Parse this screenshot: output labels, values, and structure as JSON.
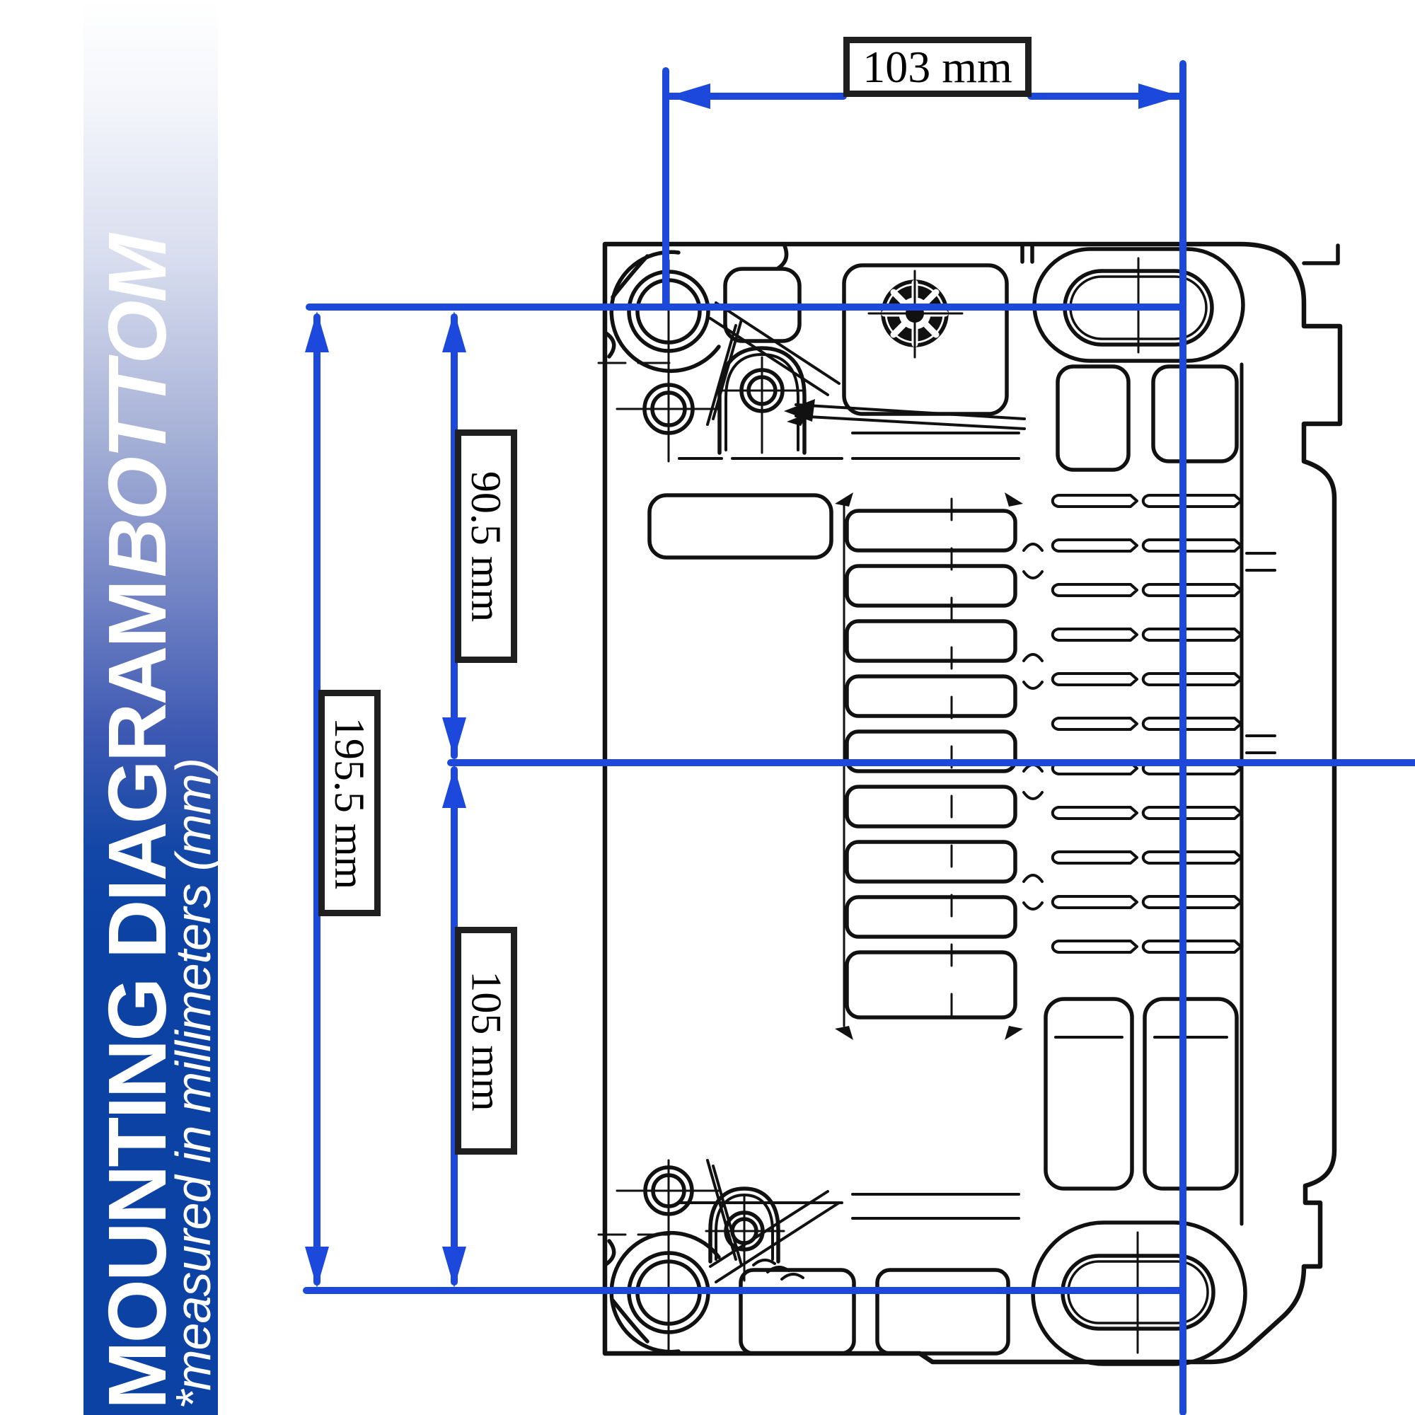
{
  "page": {
    "kind": "mounting-diagram-bottom-view",
    "background": "#ffffff"
  },
  "sidebar": {
    "title_main": "MOUNTING DIAGRAM",
    "title_accent": "BOTTOM",
    "subtitle": "*measured in millimeters (mm)",
    "bg_color": "#0b42a4"
  },
  "dimensions": {
    "top_width": {
      "label": "103 mm",
      "orientation": "horizontal"
    },
    "upper_span": {
      "label": "90.5 mm",
      "orientation": "vertical"
    },
    "total_height": {
      "label": "195.5 mm",
      "orientation": "vertical"
    },
    "lower_span": {
      "label": "105 mm",
      "orientation": "vertical"
    },
    "unit": "mm"
  },
  "colors": {
    "dimension_blue": "#1c49dc",
    "line_black": "#111111",
    "sidebar_blue": "#0b42a4"
  }
}
